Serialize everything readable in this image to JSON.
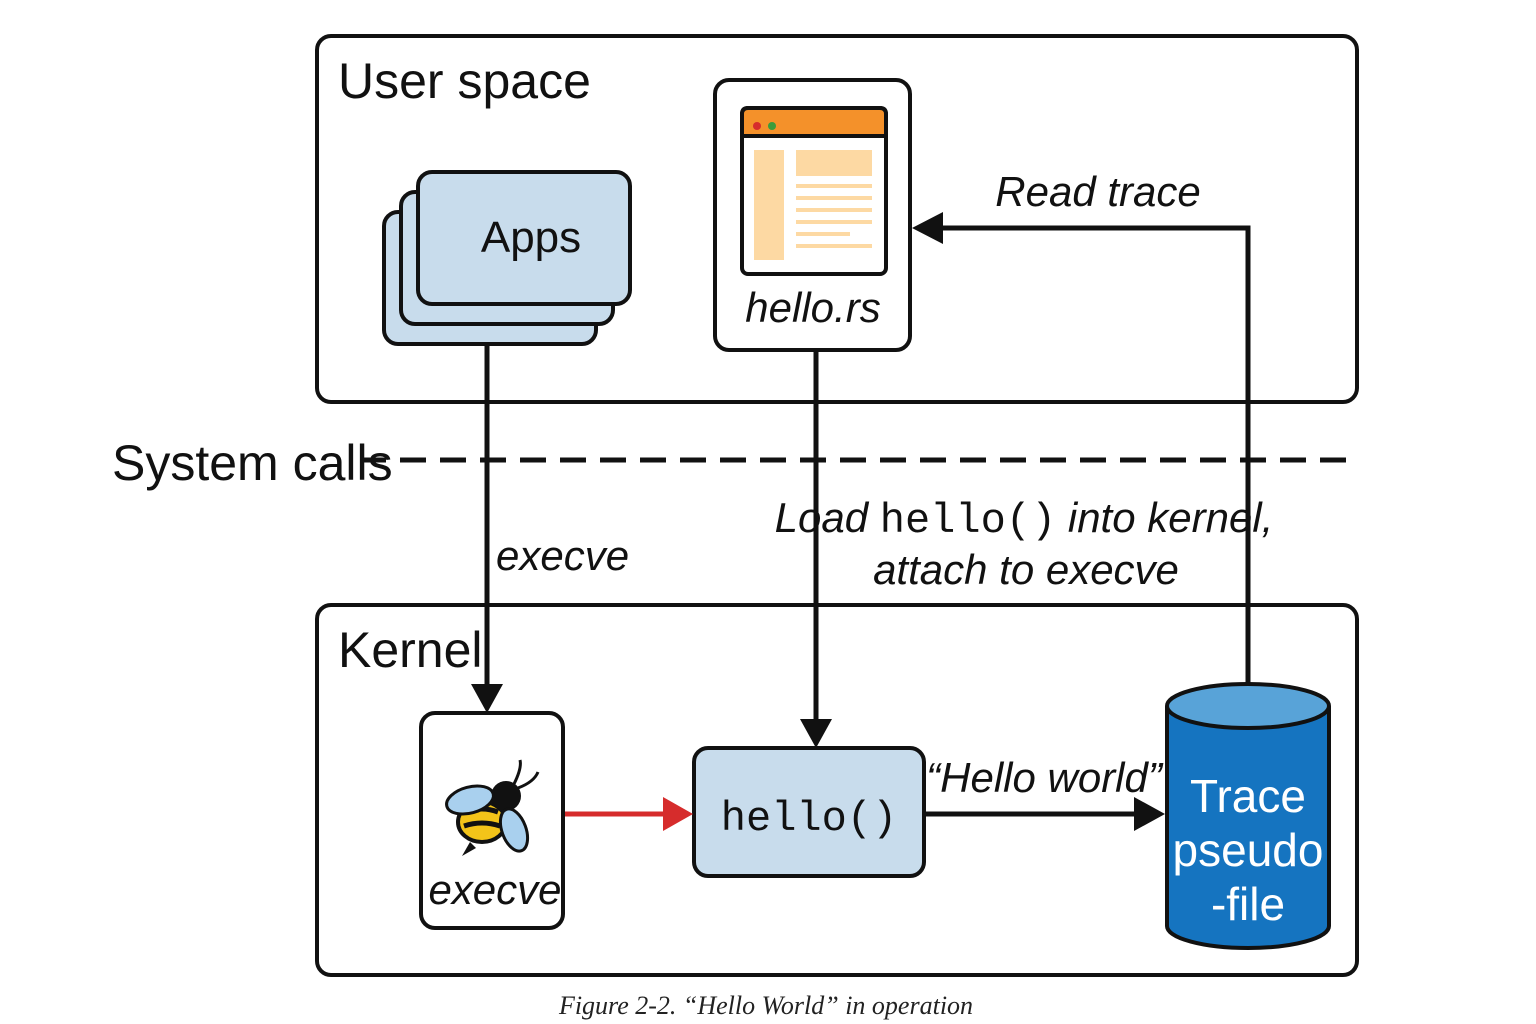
{
  "regions": {
    "user_space": "User space",
    "system_calls": "System calls",
    "kernel": "Kernel"
  },
  "nodes": {
    "apps": "Apps",
    "hello_rs": "hello.rs",
    "execve": "execve",
    "hello_fn": "hello()",
    "trace_lines": [
      "Trace",
      "pseudo",
      "-file"
    ]
  },
  "edges": {
    "execve": "execve",
    "load_pre": "Load ",
    "load_code": "hello()",
    "load_post": " into kernel,",
    "load_line2": "attach to execve",
    "read_trace": "Read trace",
    "hello_world": "“Hello world”"
  },
  "caption": "Figure 2-2. “Hello World” in operation",
  "colors": {
    "box_fill": "#c8dcec",
    "trace_fill": "#1574c0",
    "trace_top": "#58a3d8",
    "window_bar": "#f4912a",
    "window_content": "#fdd9a3",
    "red_arrow": "#d62c2c",
    "stroke": "#111111"
  },
  "icons": [
    "ebpf-bee-icon",
    "window-document-icon"
  ]
}
